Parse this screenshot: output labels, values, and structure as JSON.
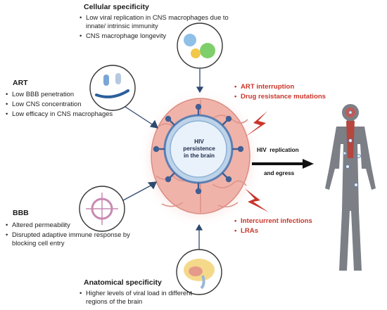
{
  "center": {
    "lines": [
      "HIV",
      "persistence",
      "in the brain"
    ]
  },
  "cellular": {
    "title": "Cellular specificity",
    "bullets": [
      "Low viral replication in CNS macrophages due to innate/ intrinsic immunity",
      "CNS macrophage longevity"
    ]
  },
  "art": {
    "title": "ART",
    "bullets": [
      "Low BBB penetration",
      "Low CNS concentration",
      "Low efficacy in CNS macrophages"
    ]
  },
  "bbb": {
    "title": "BBB",
    "bullets": [
      "Altered permeability",
      "Disrupted adaptive immune response by blocking cell entry"
    ]
  },
  "anatomical": {
    "title": "Anatomical specificity",
    "bullets": [
      "Higher levels of viral load in different regions of the brain"
    ]
  },
  "risk_top": {
    "bullets": [
      "ART interruption",
      "Drug resistance mutations"
    ]
  },
  "risk_bottom": {
    "bullets": [
      "Intercurrent infections",
      "LRAs"
    ]
  },
  "flow": {
    "line1": "HIV  replication",
    "line2": "and egress"
  },
  "colors": {
    "red": "#c9342a",
    "navy": "#1f3a68",
    "brain": "#f0b3aa",
    "virus": "#5d7fb0"
  },
  "icons": [
    "cell-icon",
    "pills-icon",
    "bbb-icon",
    "brain-anatomy-icon",
    "lightning-icon",
    "human-body-icon"
  ]
}
